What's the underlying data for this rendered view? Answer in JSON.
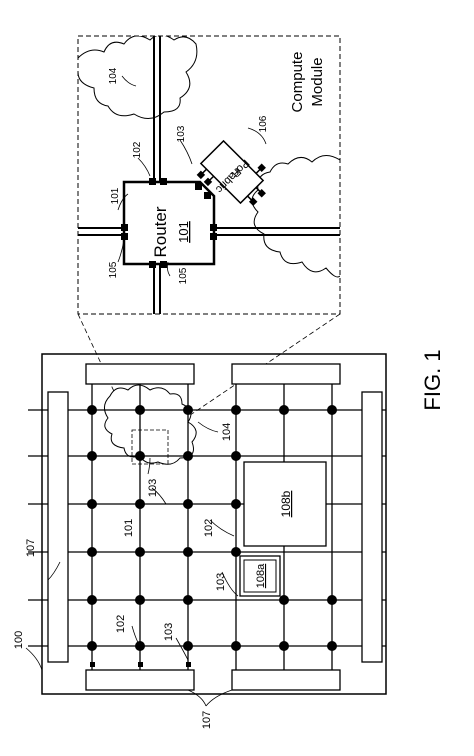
{
  "figure_label": "FIG. 1",
  "refs": {
    "r100": "100",
    "r101": "101",
    "r102": "102",
    "r103": "103",
    "r104": "104",
    "r105": "105",
    "r106": "106",
    "r107": "107",
    "r108a": "108a",
    "r108b": "108b"
  },
  "inset": {
    "router_word": "Router",
    "router_num": "101",
    "fabric_line1": "Fabric",
    "fabric_line2": "Port",
    "module_line1": "Compute",
    "module_line2": "Module"
  }
}
